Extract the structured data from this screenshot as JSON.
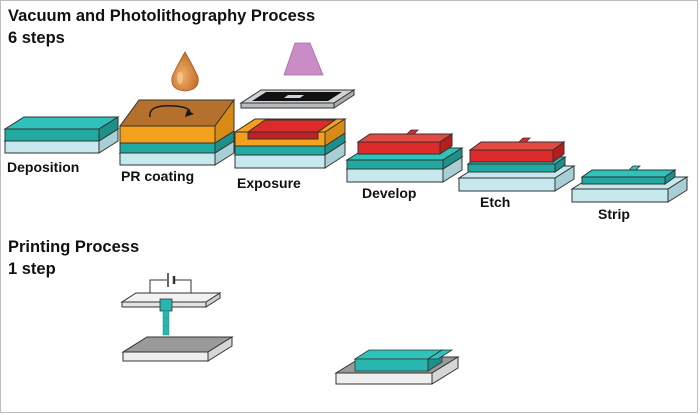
{
  "vacuum": {
    "title": "Vacuum and Photolithography Process",
    "subtitle": "6 steps",
    "steps": [
      "Deposition",
      "PR coating",
      "Exposure",
      "Develop",
      "Etch",
      "Strip"
    ]
  },
  "printing": {
    "title": "Printing Process",
    "subtitle": "1 step"
  },
  "colors": {
    "film": "#27b7b0",
    "photoresist": "#f3a01c",
    "pr_top": "#b5702e",
    "pattern": "#dd2a2a",
    "substrate": "#c7e9ee",
    "glass": "#d0d3d6",
    "mask": "#111111",
    "uv_light": "#c98cc6",
    "ink_drop": "#d0823a",
    "plate": "#efefef",
    "base_plate": "#9a9a9a"
  },
  "icons": [
    "ink-drop-icon",
    "uv-light-icon",
    "photomask-icon",
    "battery-icon",
    "spin-arrow-icon"
  ]
}
